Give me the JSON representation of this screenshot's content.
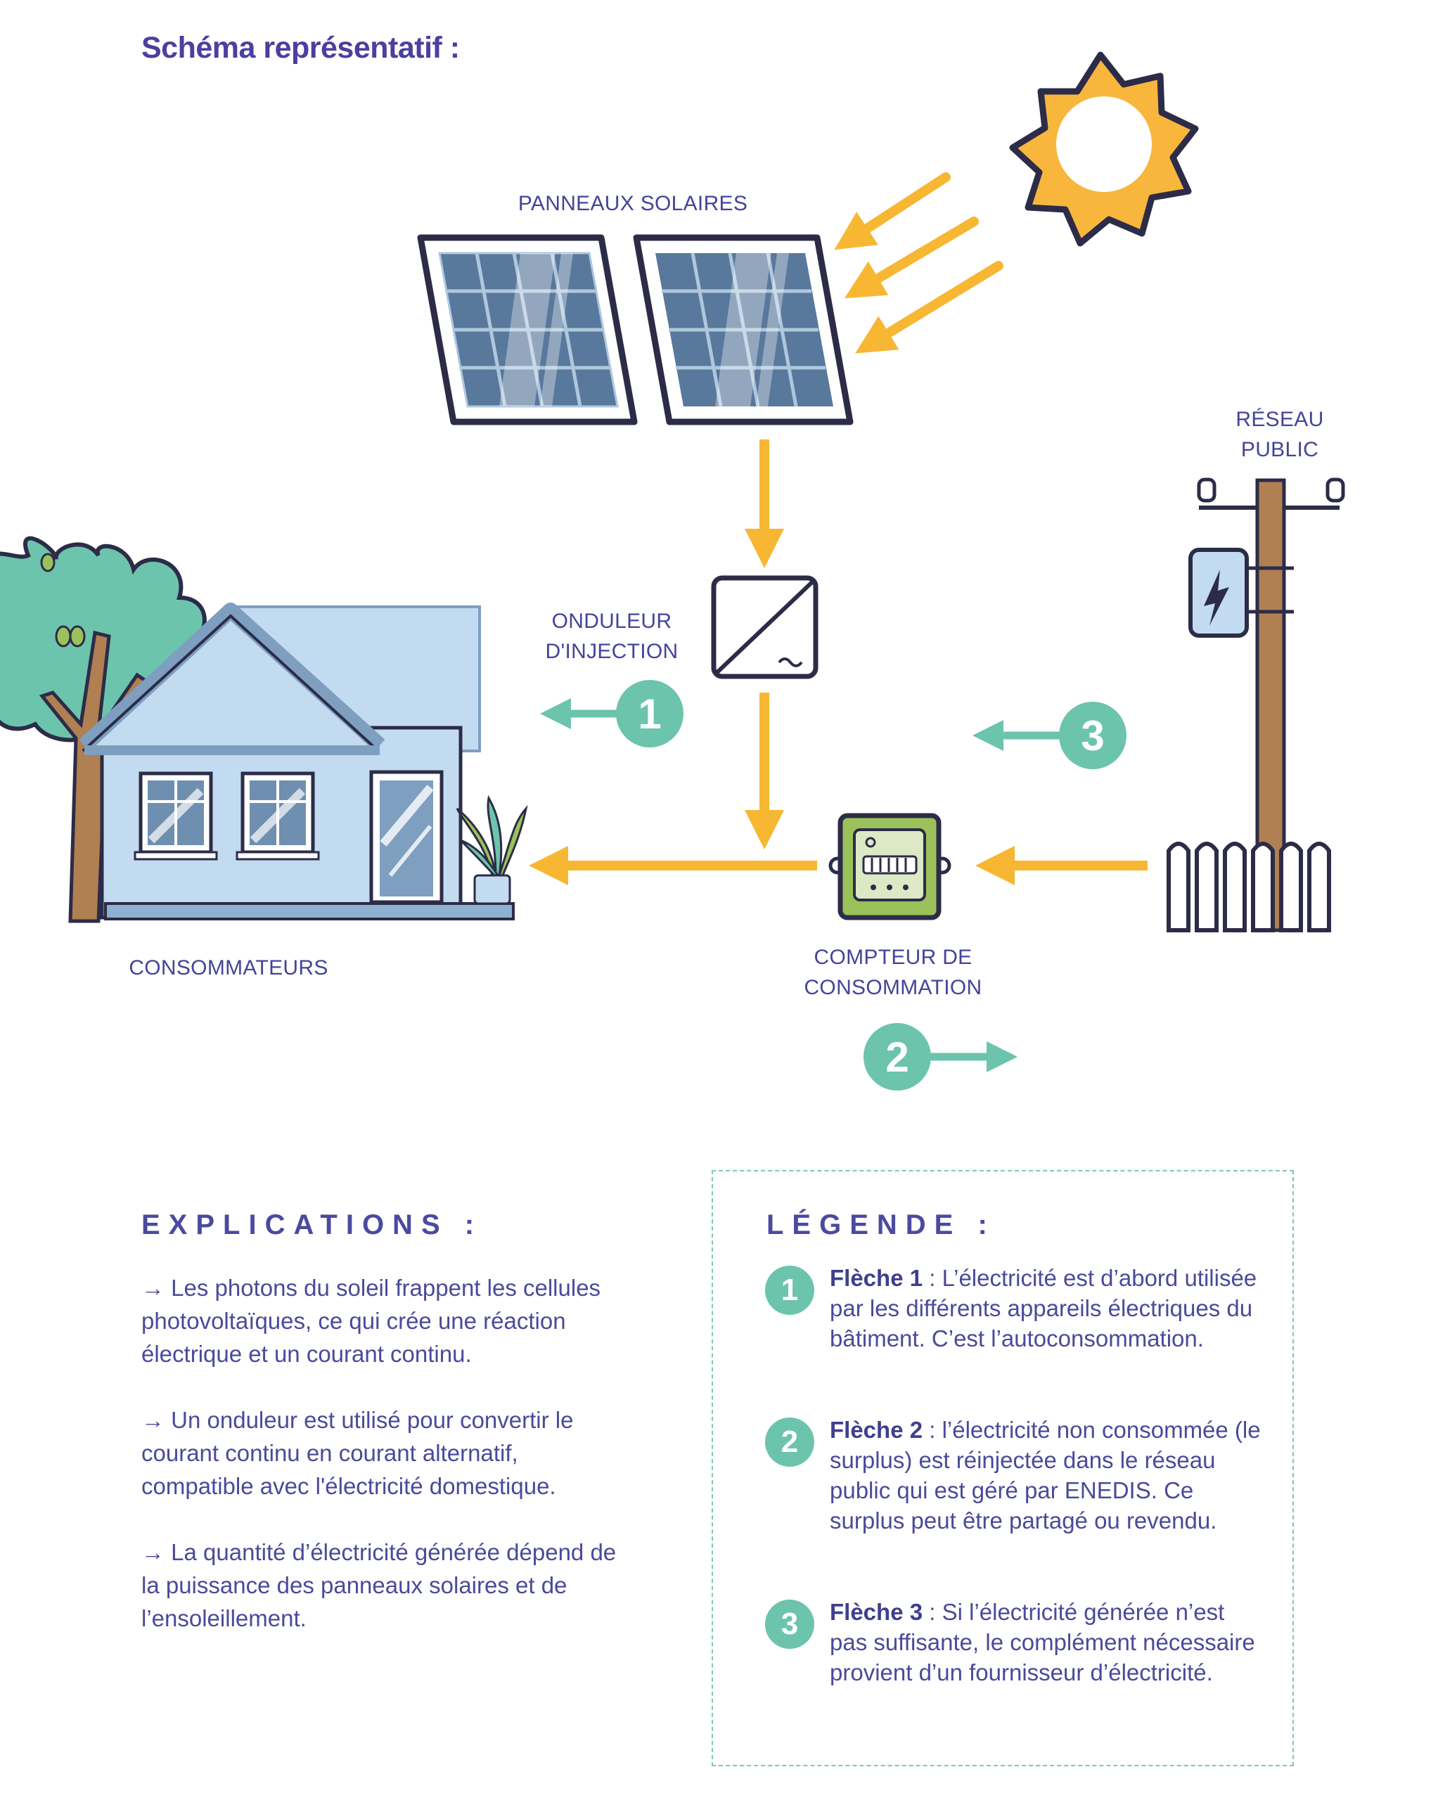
{
  "title": "Schéma représentatif :",
  "labels": {
    "panels": "PANNEAUX SOLAIRES",
    "grid_line1": "RÉSEAU",
    "grid_line2": "PUBLIC",
    "inverter_line1": "ONDULEUR",
    "inverter_line2": "D'INJECTION",
    "consumers": "CONSOMMATEURS",
    "meter_line1": "COMPTEUR DE",
    "meter_line2": "CONSOMMATION"
  },
  "badges": {
    "one": "1",
    "two": "2",
    "three": "3"
  },
  "explications": {
    "title": "EXPLICATIONS :",
    "items": [
      "→    Les photons du soleil frappent les cellules photovoltaïques, ce qui crée une réaction électrique et un courant continu.",
      "→ Un onduleur est utilisé pour convertir le courant continu en courant alternatif, compatible avec l'électricité domestique.",
      "→ La quantité d’électricité générée dépend de la puissance des panneaux solaires et de l’ensoleillement."
    ]
  },
  "legende": {
    "title": "LÉGENDE :",
    "items": [
      {
        "num": "1",
        "name": "Flèche 1",
        "text": " : L’électricité est d’abord utilisée par les différents appareils électriques du bâtiment. C’est l’autoconsommation."
      },
      {
        "num": "2",
        "name": "Flèche 2",
        "text": " : l’électricité non consommée (le surplus) est réinjectée dans le réseau public qui est géré par ENEDIS. Ce surplus peut être partagé ou revendu."
      },
      {
        "num": "3",
        "name": "Flèche 3",
        "text": " : Si l’électricité générée n’est pas suffisante, le complément nécessaire provient d’un fournisseur d’électricité."
      }
    ]
  },
  "colors": {
    "accent_title": "#4b3fa0",
    "arrow_yellow": "#f7b733",
    "arrow_green": "#6cc4ac",
    "house_blue": "#c3dbf0",
    "outline": "#2c2c48",
    "meter_green": "#9bc25a",
    "pole_brown": "#b07f52"
  },
  "icons": [
    "sun-icon",
    "solar-panel-icon",
    "inverter-icon",
    "house-icon",
    "tree-icon",
    "plant-icon",
    "electric-meter-icon",
    "power-pole-icon",
    "fence-icon"
  ]
}
